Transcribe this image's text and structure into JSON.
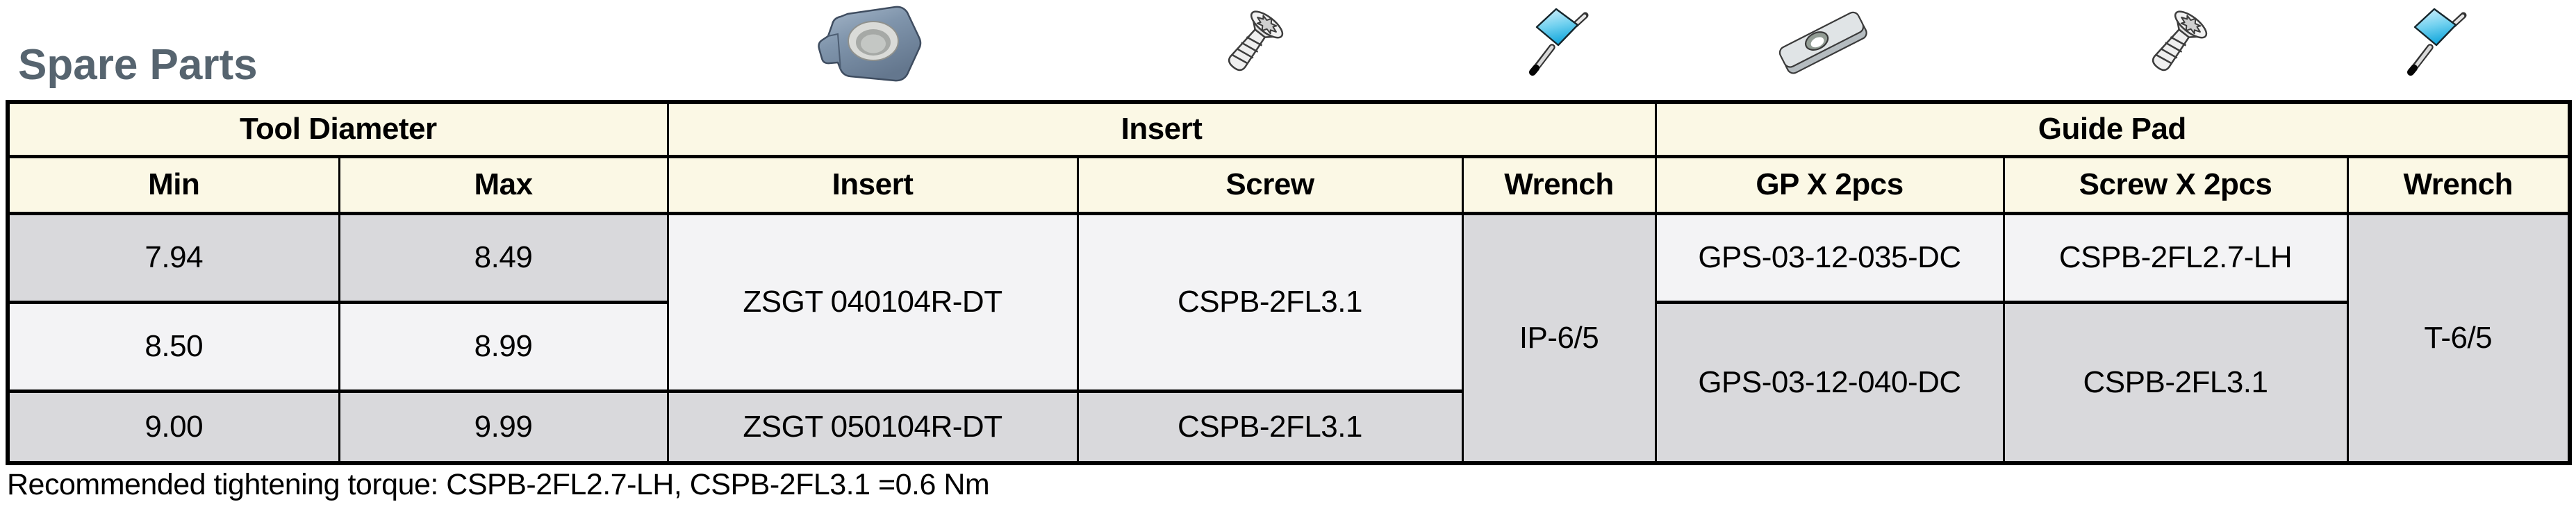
{
  "title": "Spare Parts",
  "colors": {
    "title_text": "#56646F",
    "header_bg": "#FBF8E5",
    "row_gray": "#D9D9DC",
    "row_light": "#F3F3F5",
    "border": "#000000",
    "wrench_handle_blue": "#19A9DD"
  },
  "icons": [
    "insert-icon",
    "screw-icon",
    "wrench-icon",
    "guide-pad-icon",
    "screw-icon",
    "wrench-icon"
  ],
  "header": {
    "groups": [
      "Tool Diameter",
      "Insert",
      "Guide Pad"
    ],
    "cols": [
      "Min",
      "Max",
      "Insert",
      "Screw",
      "Wrench",
      "GP X 2pcs",
      "Screw X 2pcs",
      "Wrench"
    ]
  },
  "cells": {
    "r1": {
      "min": "7.94",
      "max": "8.49",
      "gp": "GPS-03-12-035-DC",
      "gp_screw": "CSPB-2FL2.7-LH"
    },
    "r2": {
      "min": "8.50",
      "max": "8.99"
    },
    "r3": {
      "min": "9.00",
      "max": "9.99",
      "insert": "ZSGT 050104R-DT",
      "screw": "CSPB-2FL3.1"
    },
    "merged": {
      "insert_r12": "ZSGT 040104R-DT",
      "screw_r12": "CSPB-2FL3.1",
      "wrench_all": "IP-6/5",
      "gp_r23": "GPS-03-12-040-DC",
      "gp_screw_r23": "CSPB-2FL3.1",
      "gp_wrench_all": "T-6/5"
    }
  },
  "footnote": "Recommended tightening torque: CSPB-2FL2.7-LH, CSPB-2FL3.1 =0.6 Nm"
}
